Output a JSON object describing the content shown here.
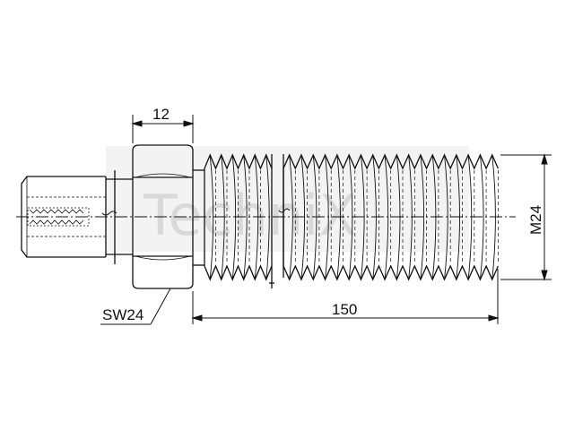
{
  "drawing": {
    "dimensions": {
      "hex_width": "12",
      "total_length": "150",
      "thread_diameter": "M24",
      "across_flats": "SW24"
    },
    "watermark": {
      "text": "TechniX"
    },
    "colors": {
      "line": "#111111",
      "watermark": "#d9d9d9",
      "background": "#ffffff"
    }
  }
}
